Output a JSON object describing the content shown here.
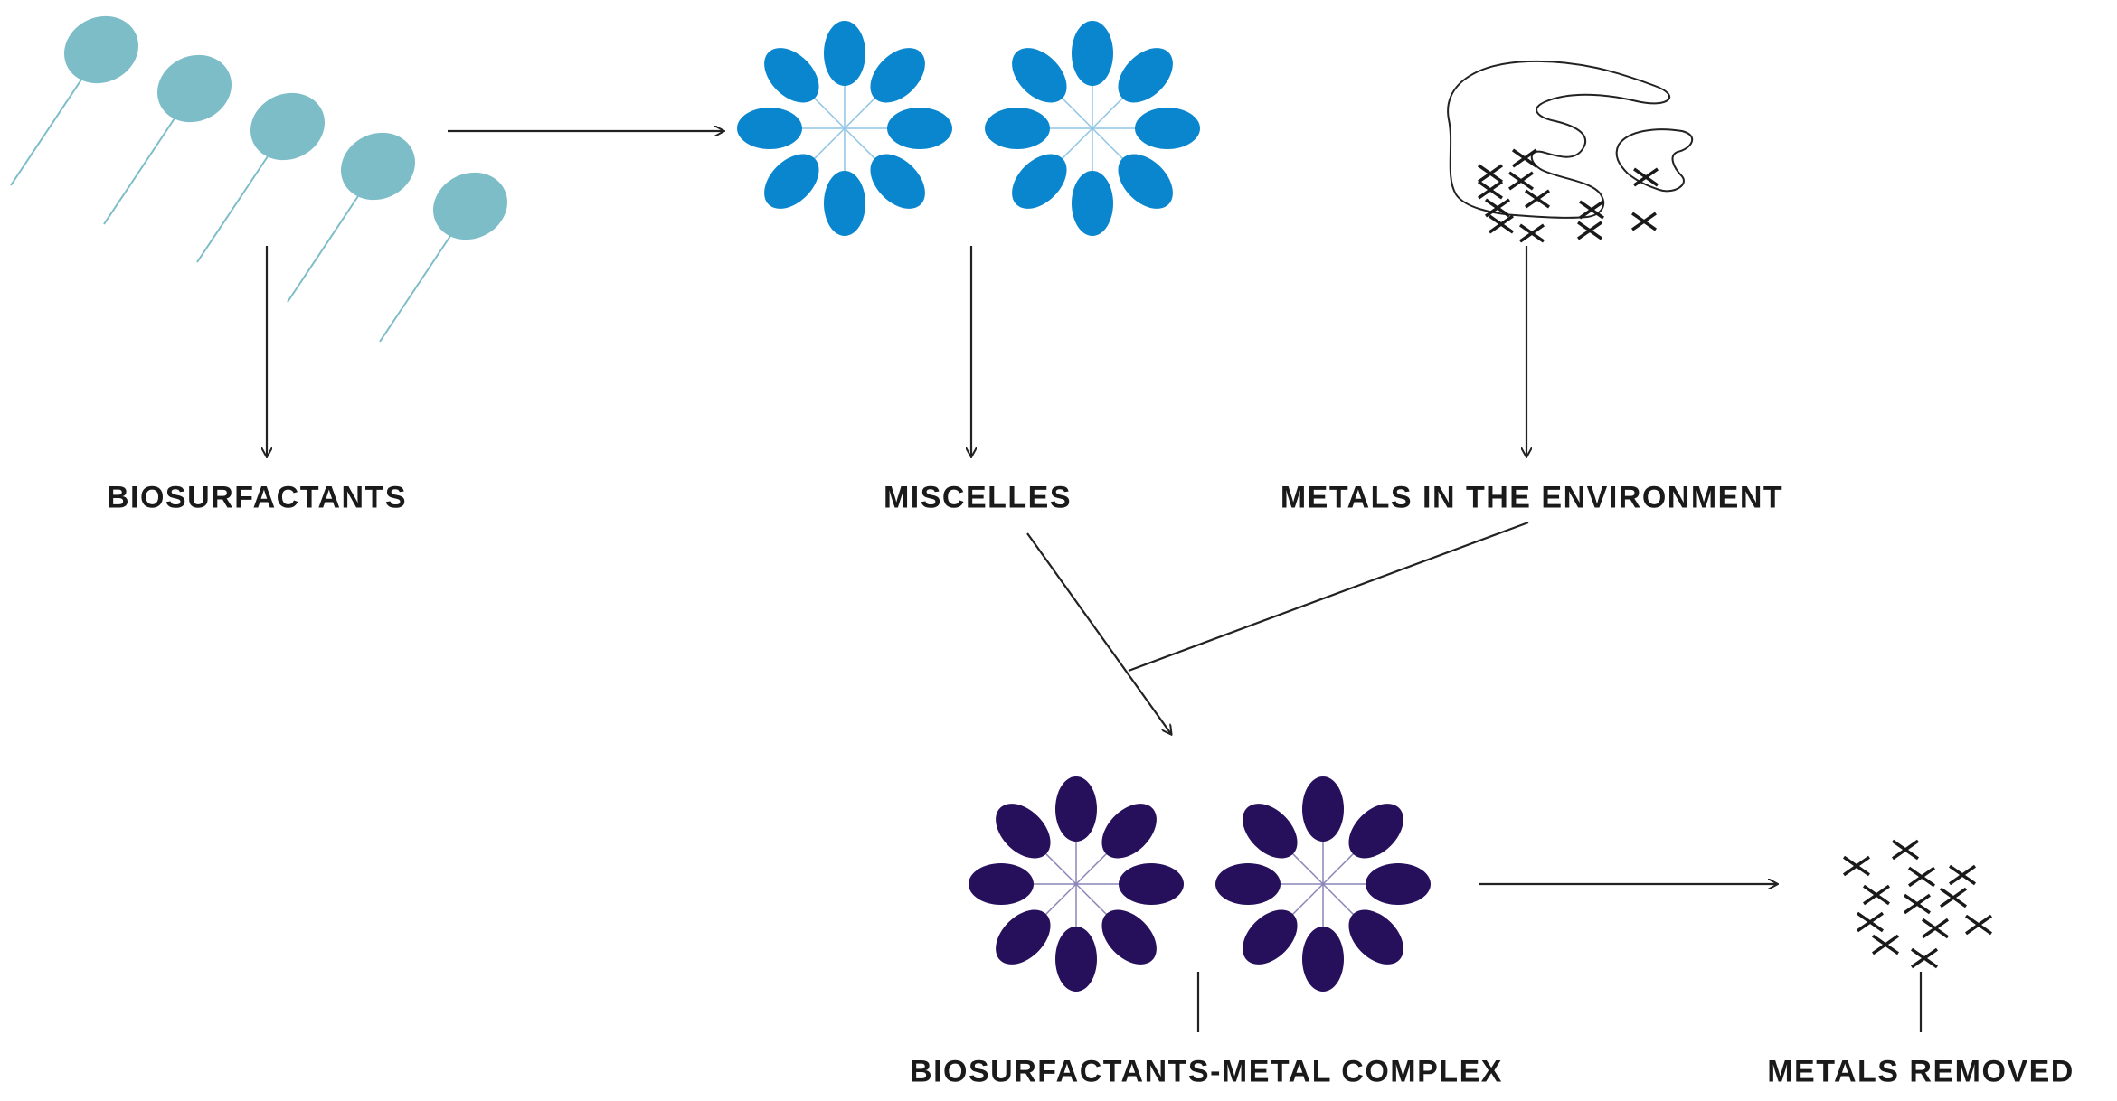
{
  "labels": {
    "biosurfactants": "BIOSURFACTANTS",
    "miscelles": "MISCELLES",
    "metals_env": "METALS IN THE ENVIRONMENT",
    "complex": "BIOSURFACTANTS-METAL COMPLEX",
    "removed": "METALS REMOVED"
  },
  "colors": {
    "biosurfactant": "#7dbdc8",
    "micelle": "#0a86cf",
    "complex_micelle": "#26105c",
    "line": "#222222",
    "metal_mark": "#1a1a1a"
  }
}
